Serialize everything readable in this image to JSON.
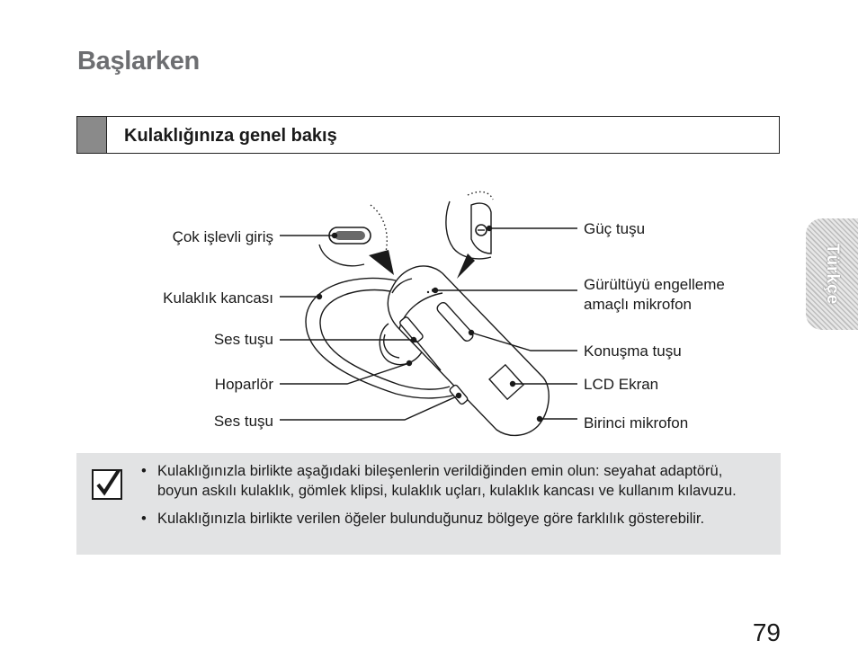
{
  "page": {
    "title": "Başlarken",
    "section_title": "Kulaklığınıza genel bakış",
    "side_tab": "Türkçe",
    "page_number": "79"
  },
  "diagram": {
    "left_labels": [
      "Çok işlevli giriş",
      "Kulaklık kancası",
      "Ses tuşu",
      "Hoparlör",
      "Ses tuşu"
    ],
    "right_labels": [
      "Güç tuşu",
      "Gürültüyü engelleme",
      "amaçlı mikrofon",
      "Konuşma tuşu",
      "LCD Ekran",
      "Birinci mikrofon"
    ]
  },
  "note": {
    "items": [
      "Kulaklığınızla birlikte aşağıdaki bileşenlerin verildiğinden emin olun: seyahat adaptörü, boyun askılı kulaklık, gömlek klipsi, kulaklık uçları, kulaklık kancası ve kullanım kılavuzu.",
      "Kulaklığınızla birlikte verilen öğeler bulunduğunuz bölgeye göre farklılık gösterebilir."
    ]
  }
}
